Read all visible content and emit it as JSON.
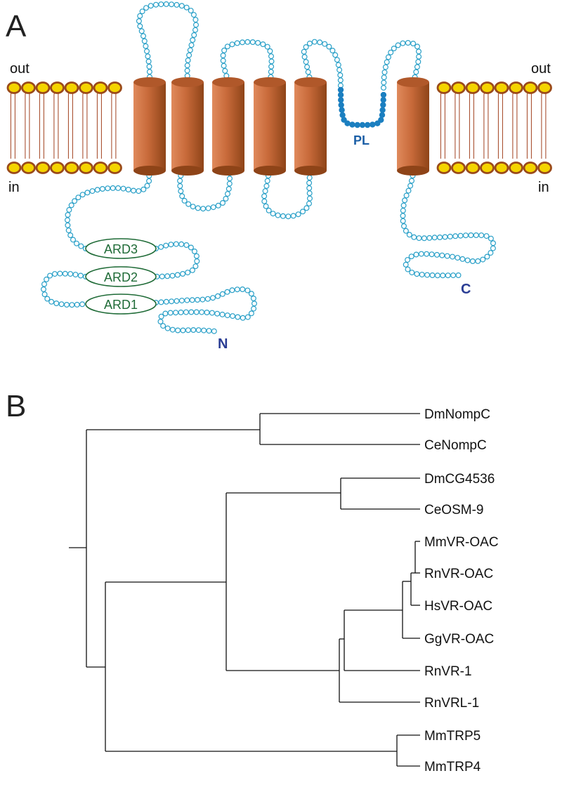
{
  "panel_a": {
    "letter": "A",
    "out_left": "out",
    "out_right": "out",
    "in_left": "in",
    "in_right": "in",
    "pore_loop": "PL",
    "n_terminus": "N",
    "c_terminus": "C",
    "domains": [
      "ARD3",
      "ARD2",
      "ARD1"
    ],
    "colors": {
      "helix": "#c86a3a",
      "chain": "#2aa0c8",
      "pore_beads": "#1b7fc0",
      "ankyrin": "#1f6b37",
      "lipid_head": "#f4d400",
      "lipid_rim": "#9a4a1a"
    }
  },
  "panel_b": {
    "letter": "B",
    "leaves": [
      "DmNompC",
      "CeNompC",
      "DmCG4536",
      "CeOSM-9",
      "MmVR-OAC",
      "RnVR-OAC",
      "HsVR-OAC",
      "GgVR-OAC",
      "RnVR-1",
      "RnVRL-1",
      "MmTRP5",
      "MmTRP4"
    ]
  }
}
